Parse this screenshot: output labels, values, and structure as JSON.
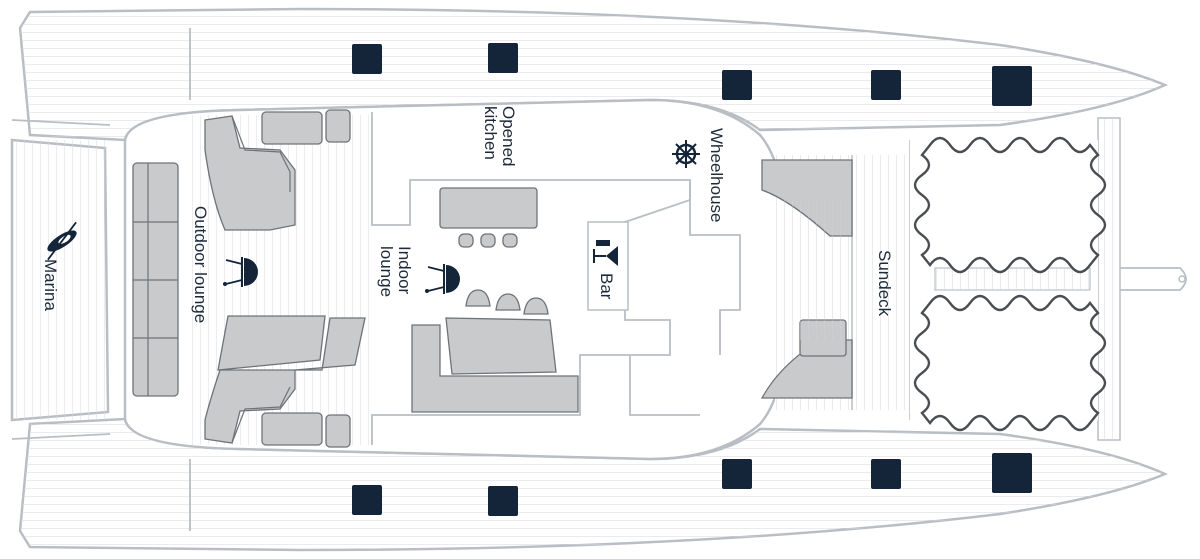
{
  "labels": {
    "marina": "Marina",
    "outdoor_lounge": "Outdoor lounge",
    "opened_kitchen_line1": "Opened",
    "opened_kitchen_line2": "kitchen",
    "indoor_lounge_line1": "Indoor",
    "indoor_lounge_line2": "lounge",
    "bar": "Bar",
    "wheelhouse": "Wheelhouse",
    "sundeck": "Sundeck"
  },
  "icons": {
    "marina": "kayak-icon",
    "outdoor_lounge": "bbq-grill-icon",
    "indoor_lounge": "lounge-chair-icon",
    "bar": "cocktail-bar-icon",
    "wheelhouse": "ship-wheel-icon"
  },
  "colors": {
    "hatch": "#14253a",
    "furniture": "#c9cacb",
    "plank": "#cfd3d8",
    "outline": "#b9bec4",
    "text": "#1d2a3a"
  }
}
